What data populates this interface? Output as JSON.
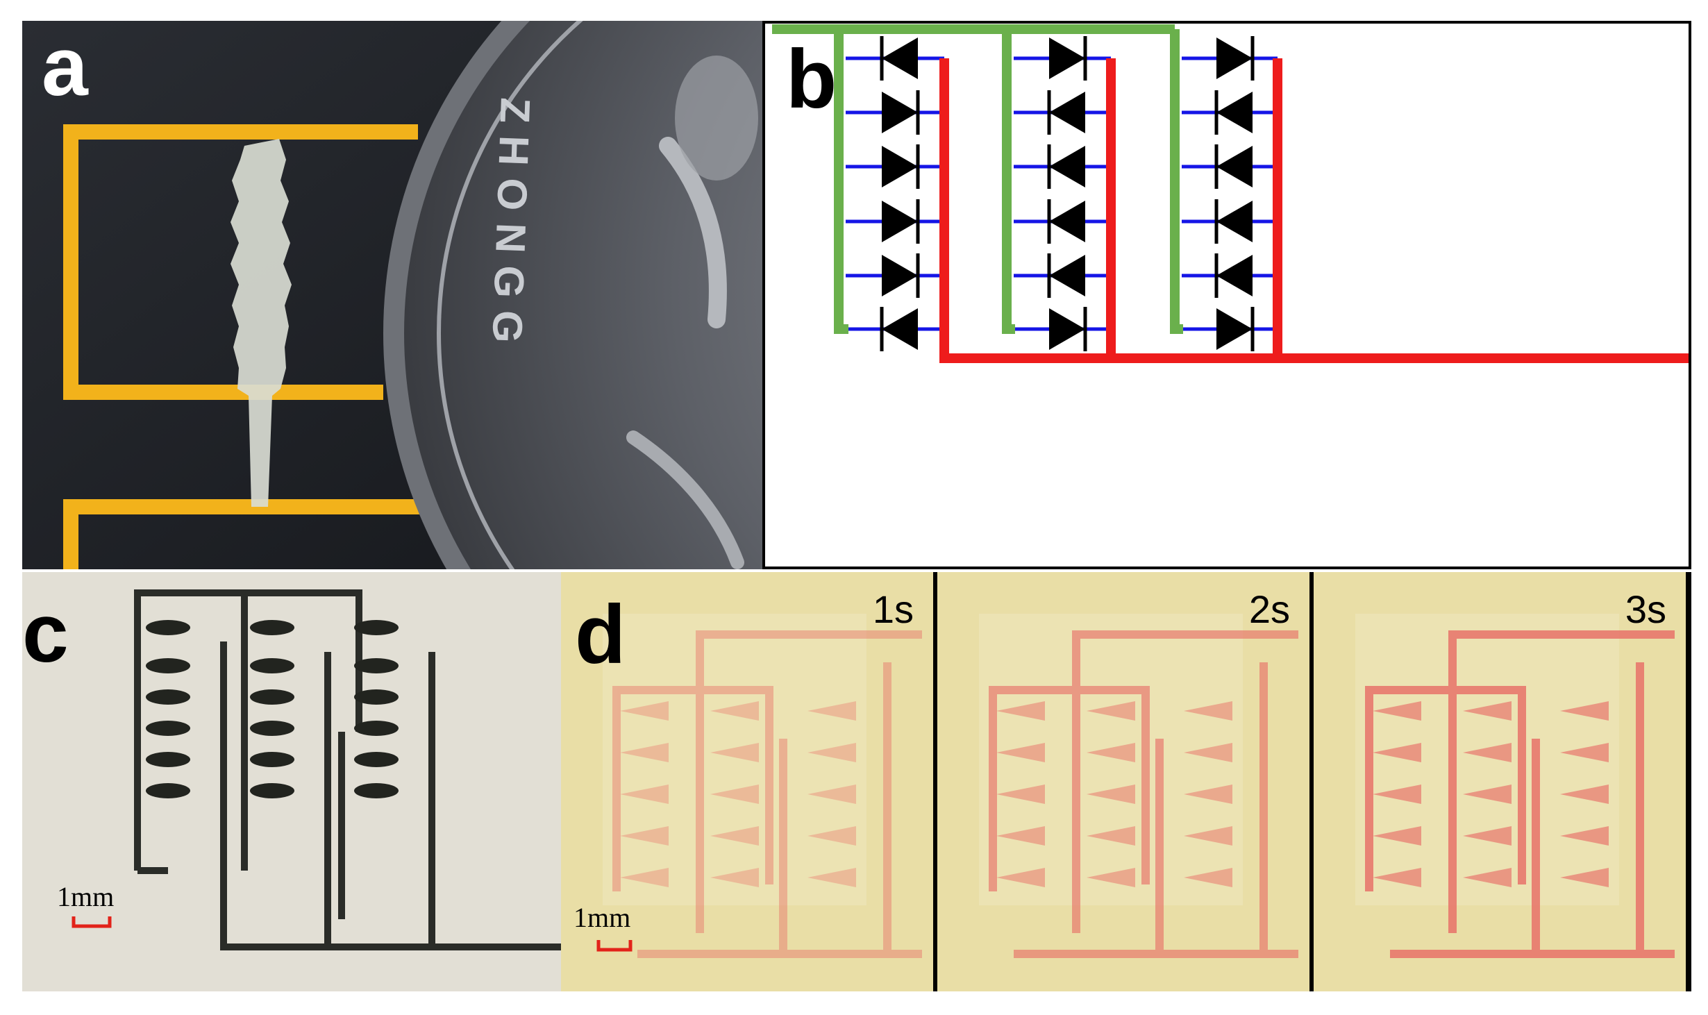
{
  "panels": {
    "a": {
      "label": "a",
      "coin_text": "ZHONGG"
    },
    "b": {
      "label": "b"
    },
    "c": {
      "label": "c",
      "scale_bar": "1mm"
    },
    "d": {
      "label": "d",
      "scale_bar": "1mm",
      "frames": [
        "1s",
        "2s",
        "3s"
      ]
    }
  },
  "colors": {
    "top_rail": "#6ab04c",
    "bottom_rail": "#ee1c1c",
    "branch": "#1515e6",
    "diode": "#000000",
    "trace_yellow": "#f2b21b",
    "dye_red": "#e8736a"
  }
}
